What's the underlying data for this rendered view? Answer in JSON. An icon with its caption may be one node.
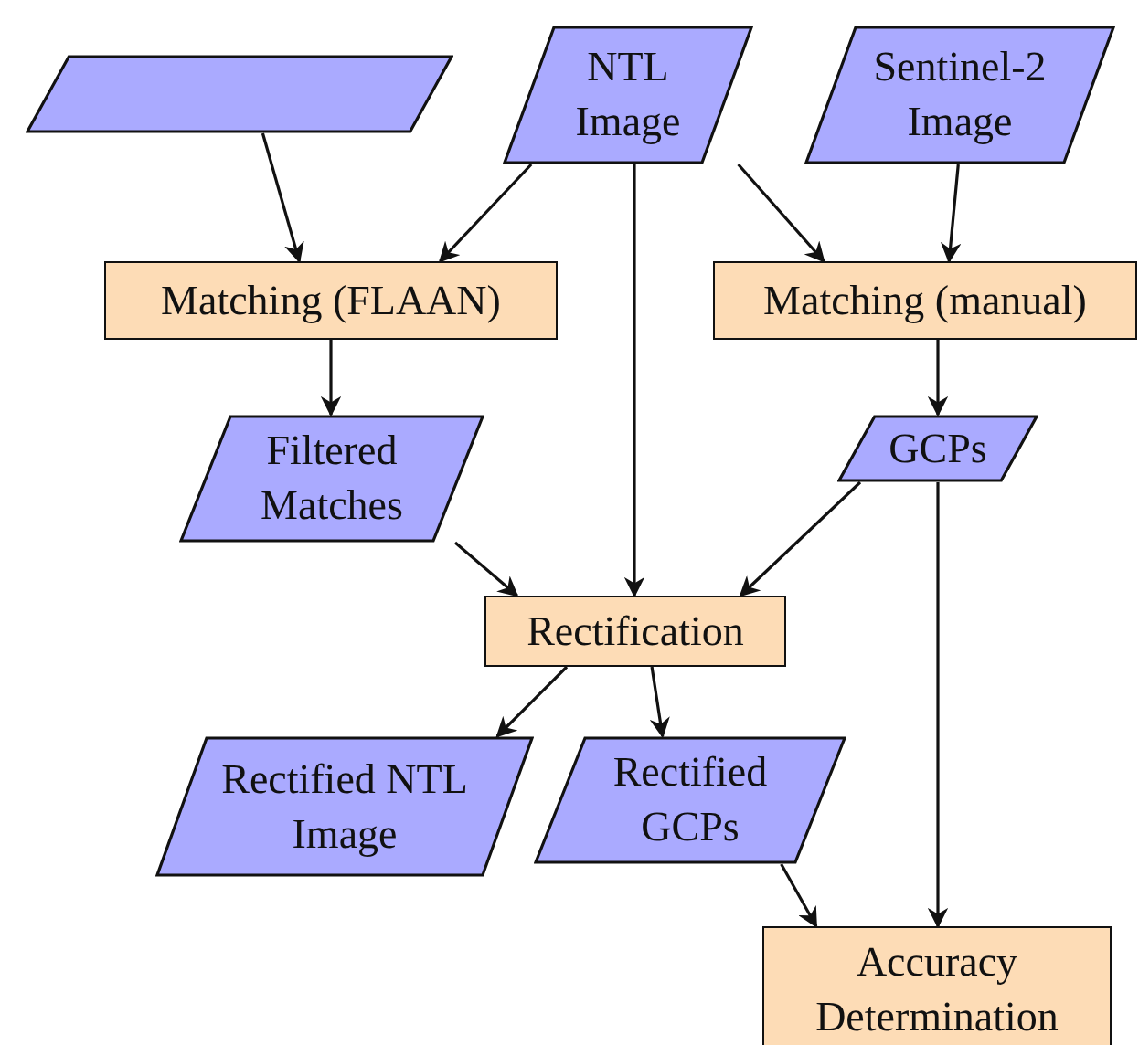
{
  "diagram": {
    "nodes": [
      {
        "text": [],
        "shape": "parallelogram"
      },
      {
        "text": [
          "NTL Image"
        ]
      },
      {
        "text": [
          "Sentinel-2 Image"
        ]
      },
      {
        "text": [
          "Matching (FLAAN)"
        ]
      },
      {
        "text": [
          "Matching (manual)"
        ]
      },
      {
        "text": [
          "Filtered Matches"
        ]
      },
      {
        "text": [
          "GCPs"
        ]
      },
      {
        "text": [
          "Rectification"
        ]
      },
      {
        "text": [
          "Rectified NTL Image"
        ]
      },
      {
        "text": [
          "Rectified GCPs"
        ]
      },
      {
        "text": [
          "Accuracy Determination"
        ]
      }
    ],
    "edges": [
      {
        "from": 0,
        "to": 3,
        "arrow": "to"
      },
      {
        "from": 1,
        "to": 3,
        "arrow": "to"
      },
      {
        "from": 1,
        "to": 7,
        "arrow": "to"
      },
      {
        "from": 1,
        "to": 4,
        "arrow": "to"
      },
      {
        "from": 2,
        "to": 4,
        "arrow": "to"
      },
      {
        "from": 3,
        "to": 5,
        "arrow": "to"
      },
      {
        "from": 4,
        "to": 6,
        "arrow": "to"
      },
      {
        "from": 5,
        "to": 7,
        "arrow": "to"
      },
      {
        "from": 6,
        "to": 7,
        "arrow": "to"
      },
      {
        "from": 6,
        "to": 10,
        "arrow": "to"
      },
      {
        "from": 7,
        "to": 8,
        "arrow": "to"
      },
      {
        "from": 7,
        "to": 9,
        "arrow": "to"
      },
      {
        "from": 9,
        "to": 10,
        "arrow": "to"
      }
    ]
  }
}
